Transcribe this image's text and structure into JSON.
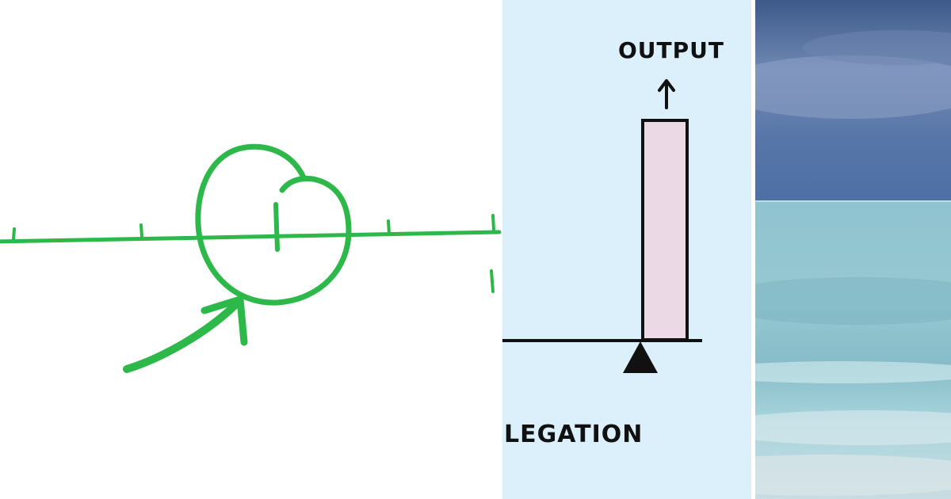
{
  "colors": {
    "left_background": "#ffffff",
    "sketch_stroke": "#2db84a",
    "middle_background": "#dcf0fb",
    "beam_stroke": "#111111",
    "output_bar_fill": "#ecd9e6",
    "sky_dark": "#3e5d8e",
    "sea": "#8fc3cf"
  },
  "icons": [
    "circled-point-sketch",
    "curved-arrow-sketch",
    "up-arrow-icon",
    "fulcrum-triangle-icon"
  ],
  "diagram": {
    "output_label": "OUTPUT",
    "bottom_label": "LEGATION"
  }
}
